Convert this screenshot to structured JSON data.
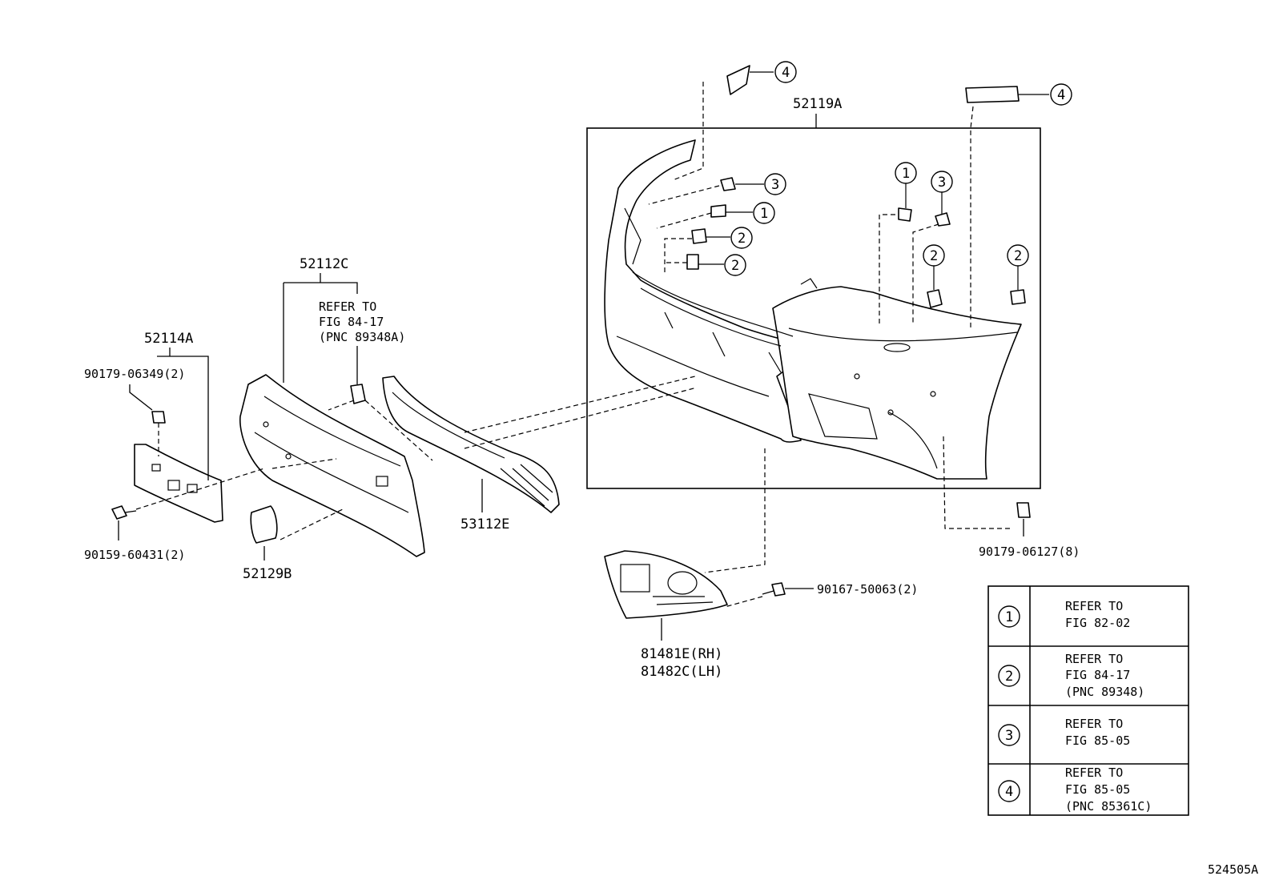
{
  "diagram": {
    "figure_id": "524505A",
    "part_labels": {
      "p52119A": "52119A",
      "p52112C": "52112C",
      "p52114A": "52114A",
      "p53112E": "53112E",
      "p52129B": "52129B",
      "p81481E": "81481E(RH)",
      "p81482C": "81482C(LH)",
      "p90179_06349": "90179-06349(2)",
      "p90159_60431": "90159-60431(2)",
      "p90179_06127": "90179-06127(8)",
      "p90167_50063": "90167-50063(2)"
    },
    "grille_refer": {
      "line1": "REFER TO",
      "line2": "FIG 84-17",
      "line3": "(PNC 89348A)"
    },
    "callouts": {
      "c1": "1",
      "c2": "2",
      "c3": "3",
      "c4": "4"
    },
    "legend": [
      {
        "num": "1",
        "line1": "REFER TO",
        "line2": "FIG 82-02",
        "line3": ""
      },
      {
        "num": "2",
        "line1": "REFER TO",
        "line2": "FIG 84-17",
        "line3": "(PNC 89348)"
      },
      {
        "num": "3",
        "line1": "REFER TO",
        "line2": "FIG 85-05",
        "line3": ""
      },
      {
        "num": "4",
        "line1": "REFER TO",
        "line2": "FIG 85-05",
        "line3": "(PNC 85361C)"
      }
    ]
  }
}
